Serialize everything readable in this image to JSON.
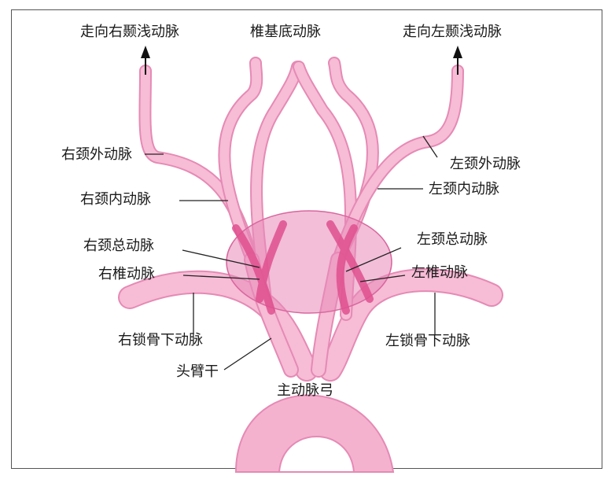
{
  "labels": {
    "to_right_superficial_temporal": "走向右颞浅动脉",
    "basilar": "椎基底动脉",
    "to_left_superficial_temporal": "走向左颞浅动脉",
    "right_external_carotid": "右颈外动脉",
    "left_external_carotid": "左颈外动脉",
    "right_internal_carotid": "右颈内动脉",
    "left_internal_carotid": "左颈内动脉",
    "right_common_carotid": "右颈总动脉",
    "left_common_carotid": "左颈总动脉",
    "right_vertebral": "右椎动脉",
    "left_vertebral": "左椎动脉",
    "right_subclavian": "右锁骨下动脉",
    "left_subclavian": "左锁骨下动脉",
    "brachiocephalic_trunk": "头臂干",
    "aortic_arch": "主动脉弓"
  },
  "colors": {
    "vessel_fill": "#f7bcd6",
    "vessel_edge": "#e58ab4",
    "overlap_ellipse": "#e889b8",
    "highlight": "#e0508f"
  }
}
